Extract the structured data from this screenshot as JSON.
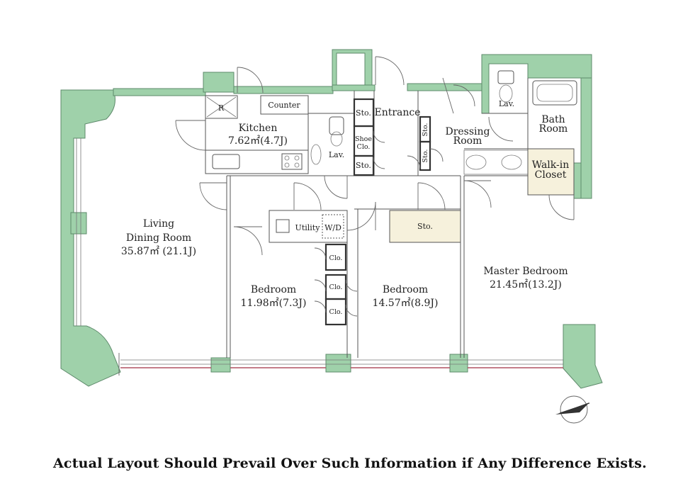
{
  "rooms": {
    "living": {
      "name_line1": "Living",
      "name_line2": "Dining Room",
      "area": "35.87㎡ (21.1J)"
    },
    "kitchen": {
      "name": "Kitchen",
      "area": "7.62㎡(4.7J)"
    },
    "counter": "Counter",
    "fridge": "R",
    "entrance": "Entrance",
    "lav_left": "Lav.",
    "lav_right": "Lav.",
    "dressing": {
      "line1": "Dressing",
      "line2": "Room"
    },
    "bath": {
      "line1": "Bath",
      "line2": "Room"
    },
    "walkin": {
      "line1": "Walk-in",
      "line2": "Closet"
    },
    "utility": "Utility",
    "wd": "W/D",
    "storage_mid": "Sto.",
    "bedroom_left": {
      "name": "Bedroom",
      "area": "11.98㎡(7.3J)"
    },
    "bedroom_mid": {
      "name": "Bedroom",
      "area": "14.57㎡(8.9J)"
    },
    "master": {
      "name": "Master Bedroom",
      "area": "21.45㎡(13.2J)"
    },
    "sto_entrance": "Sto.",
    "shoe_line1": "Shoe",
    "shoe_line2": "Clo.",
    "sto_entrance2": "Sto.",
    "sto_vert1": "Sto.",
    "sto_vert2": "Sto.",
    "clo1": "Clo.",
    "clo2": "Clo.",
    "clo3": "Clo."
  },
  "footer": "Actual Layout Should Prevail Over Such Information if Any Difference Exists.",
  "colors": {
    "wall": "#9fd1aa",
    "storage": "#f6f1dc",
    "window": "#b05060"
  },
  "icons": {
    "compass": "north-arrow-icon"
  }
}
